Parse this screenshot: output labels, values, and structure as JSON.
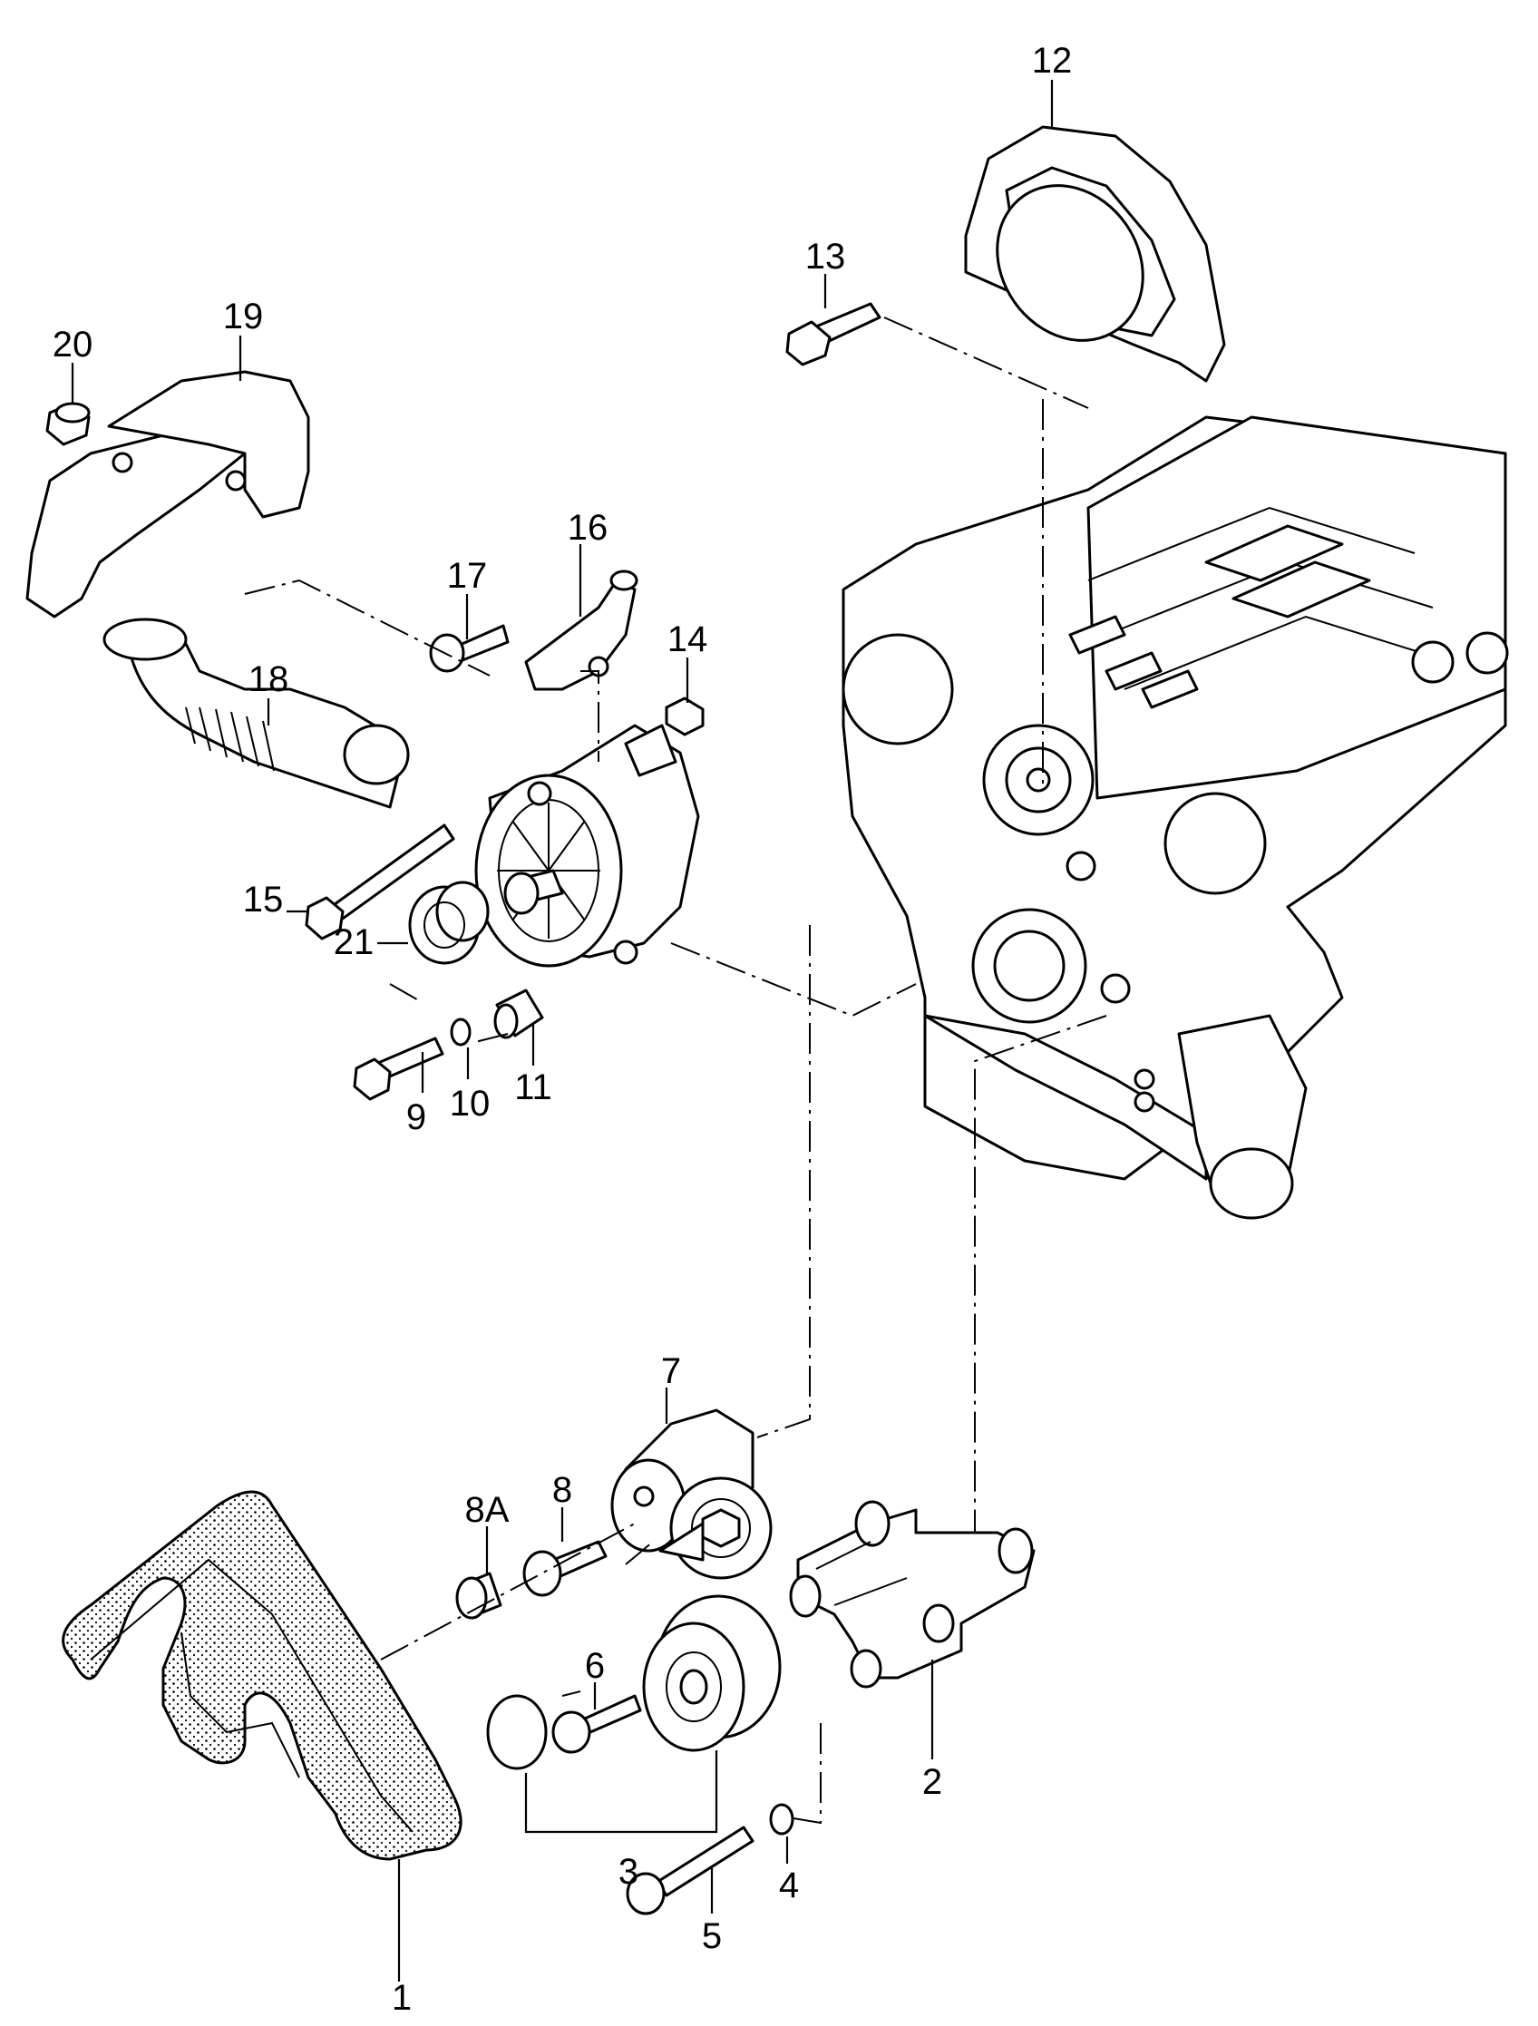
{
  "callouts": {
    "c1": "1",
    "c2": "2",
    "c3": "3",
    "c4": "4",
    "c5": "5",
    "c6": "6",
    "c7": "7",
    "c8": "8",
    "c8a": "8A",
    "c9": "9",
    "c10": "10",
    "c11": "11",
    "c12": "12",
    "c13": "13",
    "c14": "14",
    "c15": "15",
    "c16": "16",
    "c17": "17",
    "c18": "18",
    "c19": "19",
    "c20": "20",
    "c21": "21"
  },
  "style": {
    "line_color": "#000000",
    "background": "#ffffff"
  }
}
